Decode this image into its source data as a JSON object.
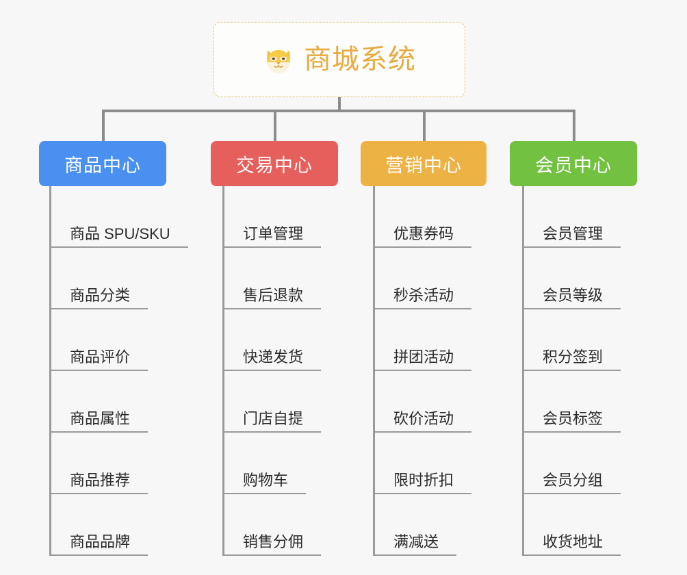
{
  "diagram": {
    "type": "mindmap",
    "background_color": "#f7f7f7",
    "root": {
      "title": "商城系统",
      "icon": "shiba-dog-face-emoji",
      "text_color": "#e8ab3f",
      "border_color": "#eabf73",
      "border_style": "dashed"
    },
    "connector_color": "#8c8c8c",
    "branches": [
      {
        "label": "商品中心",
        "color": "#4a90f0",
        "items": [
          "商品 SPU/SKU",
          "商品分类",
          "商品评价",
          "商品属性",
          "商品推荐",
          "商品品牌"
        ]
      },
      {
        "label": "交易中心",
        "color": "#e5605c",
        "items": [
          "订单管理",
          "售后退款",
          "快递发货",
          "门店自提",
          "购物车",
          "销售分佣"
        ]
      },
      {
        "label": "营销中心",
        "color": "#edb244",
        "items": [
          "优惠券码",
          "秒杀活动",
          "拼团活动",
          "砍价活动",
          "限时折扣",
          "满减送"
        ]
      },
      {
        "label": "会员中心",
        "color": "#72c140",
        "items": [
          "会员管理",
          "会员等级",
          "积分签到",
          "会员标签",
          "会员分组",
          "收货地址"
        ]
      }
    ]
  }
}
